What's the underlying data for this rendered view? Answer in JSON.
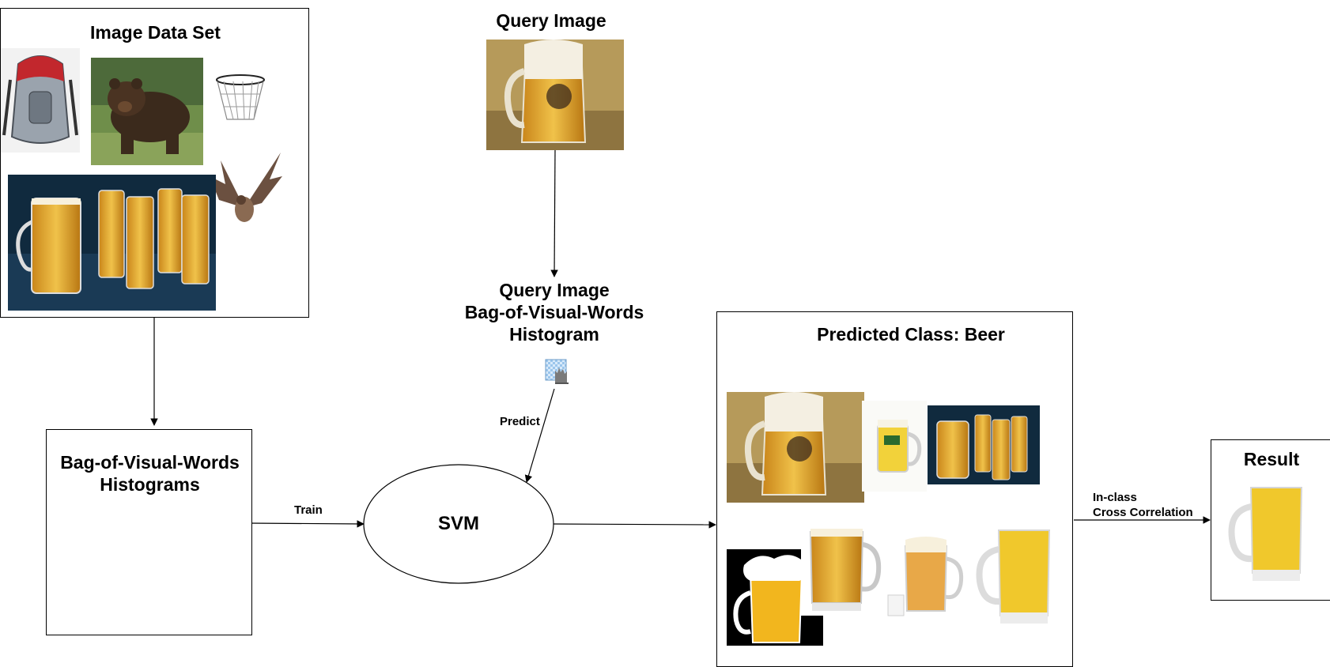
{
  "dataset": {
    "title": "Image Data Set"
  },
  "query": {
    "title": "Query Image"
  },
  "query_hist": {
    "title": "Query Image\nBag-of-Visual-Words\nHistogram"
  },
  "bow": {
    "title": "Bag-of-Visual-Words\nHistograms"
  },
  "svm": {
    "label": "SVM"
  },
  "edges": {
    "train": "Train",
    "predict": "Predict",
    "crosscorr": "In-class\nCross Correlation"
  },
  "predicted": {
    "title": "Predicted Class: Beer"
  },
  "result": {
    "title": "Result"
  },
  "icons": [
    "backpack-photo",
    "bear-photo",
    "basketball-hoop-photo",
    "bat-photo",
    "beer-glasses-photo",
    "beer-mug-photo",
    "histogram-icon"
  ],
  "colors": {
    "line": "#000000",
    "beer": "#d99a1c",
    "foam": "#f4efe2",
    "hist_bg": "#bcd9f2",
    "hist_bar": "#7a7a7a"
  }
}
